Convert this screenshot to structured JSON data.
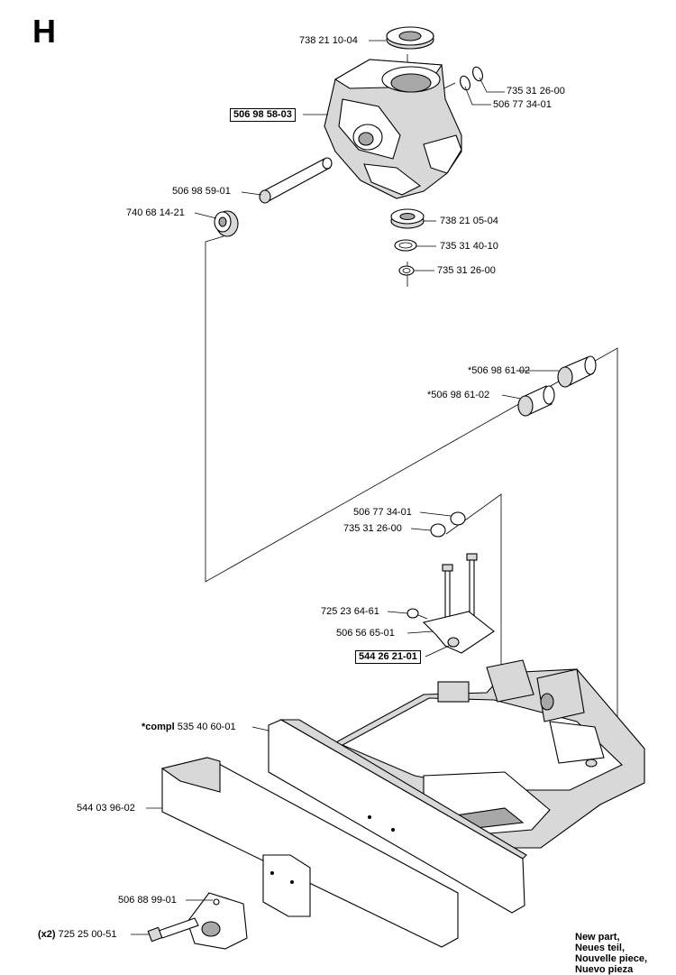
{
  "section": "H",
  "labels": {
    "p738211004": "738 21 10-04",
    "p506985803": "506 98 58-03",
    "p735312600a": "735 31 26-00",
    "p506773401a": "506 77 34-01",
    "p506985901": "506 98 59-01",
    "p740681421": "740 68 14-21",
    "p738210504": "738 21 05-04",
    "p735314010": "735 31 40-10",
    "p735312600b": "735 31 26-00",
    "p506986102a": "*506 98 61-02",
    "p506986102b": "*506 98 61-02",
    "p506773401b": "506 77 34-01",
    "p735312600c": "735 31 26-00",
    "p725236461": "725 23 64-61",
    "p506566501": "506 56 65-01",
    "p544262101": "544 26 21-01",
    "p535406001_prefix": "*compl",
    "p535406001": "535 40 60-01",
    "p544039602": "544 03 96-02",
    "p506889901": "506 88 99-01",
    "p725250051_prefix": "(x2)",
    "p725250051": "725 25 00-51"
  },
  "legend": [
    "New part,",
    "Neues teil,",
    "Nouvelle piece,",
    "Nuevo pieza"
  ]
}
